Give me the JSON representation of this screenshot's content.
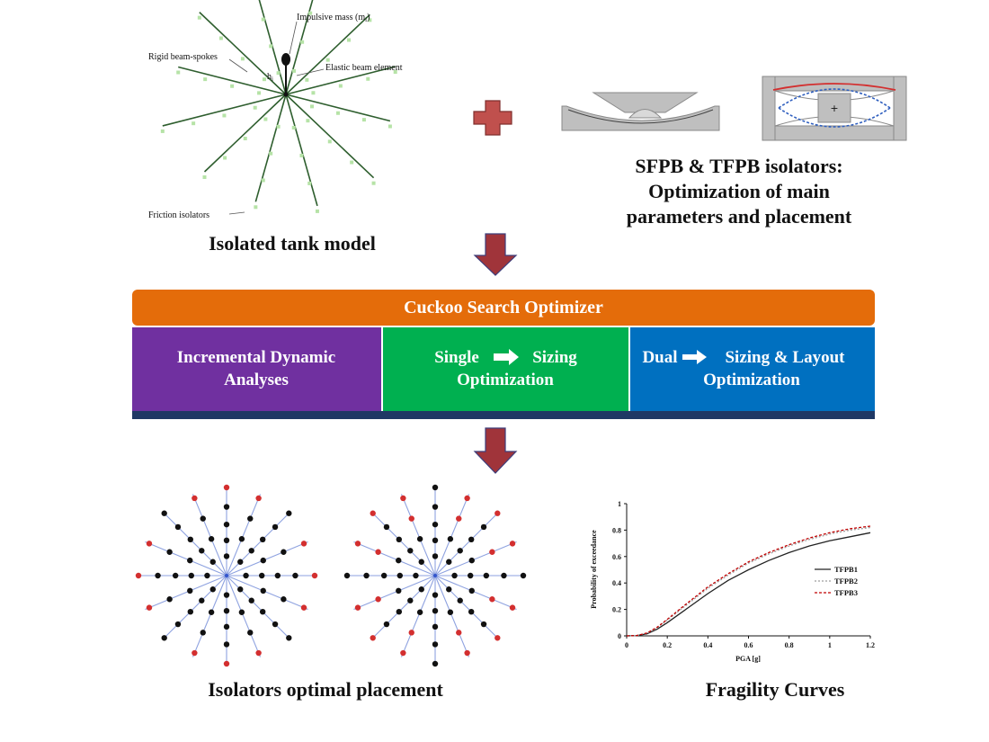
{
  "tank_model": {
    "labels": {
      "impulsive_mass": "Impulsive mass (m",
      "impulsive_mass_sub": "i",
      "impulsive_mass_close": ")",
      "rigid_spokes": "Rigid beam-spokes",
      "elastic_beam": "Elastic beam element",
      "height": "h",
      "height_sub": "i",
      "friction_isolators": "Friction isolators"
    },
    "caption": "Isolated tank model"
  },
  "isolators": {
    "caption_lines": [
      "SFPB & TFPB isolators:",
      "Optimization of main",
      "parameters and placement"
    ]
  },
  "optimizer": {
    "title": "Cuckoo Search Optimizer",
    "cells": [
      {
        "lines": [
          "Incremental Dynamic",
          "Analyses"
        ],
        "color": "#7030a0"
      },
      {
        "line1_left": "Single",
        "line1_right": "Sizing",
        "line2": "Optimization",
        "color": "#00b050"
      },
      {
        "line1_left": "Dual",
        "line1_right": "Sizing & Layout",
        "line2": "Optimization",
        "color": "#0070c0"
      }
    ],
    "title_color": "#e46c0a",
    "bar_color": "#1f3864"
  },
  "placement": {
    "caption": "Isolators optimal placement"
  },
  "fragility": {
    "caption": "Fragility Curves",
    "chart_data": {
      "type": "line",
      "xlabel": "PGA [g]",
      "ylabel": "Probability of exceedance",
      "xlim": [
        0,
        1.2
      ],
      "ylim": [
        0,
        1
      ],
      "xticks": [
        "0",
        "0.2",
        "0.4",
        "0.6",
        "0.8",
        "1",
        "1.2"
      ],
      "yticks": [
        "0",
        "0.2",
        "0.4",
        "0.6",
        "0.8",
        "1"
      ],
      "legend_position": "right-middle",
      "series": [
        {
          "name": "TFPB1",
          "color": "#222222",
          "dash": "",
          "x": [
            0,
            0.05,
            0.1,
            0.15,
            0.2,
            0.3,
            0.4,
            0.5,
            0.6,
            0.7,
            0.8,
            0.9,
            1.0,
            1.1,
            1.2
          ],
          "y": [
            0,
            0.002,
            0.015,
            0.05,
            0.1,
            0.21,
            0.32,
            0.42,
            0.5,
            0.57,
            0.63,
            0.68,
            0.72,
            0.75,
            0.78
          ]
        },
        {
          "name": "TFPB2",
          "color": "#9e9e9e",
          "dash": "2,2",
          "x": [
            0,
            0.05,
            0.1,
            0.15,
            0.2,
            0.3,
            0.4,
            0.5,
            0.6,
            0.7,
            0.8,
            0.9,
            1.0,
            1.1,
            1.2
          ],
          "y": [
            0,
            0.003,
            0.02,
            0.06,
            0.12,
            0.24,
            0.36,
            0.46,
            0.55,
            0.62,
            0.68,
            0.73,
            0.77,
            0.8,
            0.82
          ]
        },
        {
          "name": "TFPB3",
          "color": "#c00000",
          "dash": "3,2",
          "x": [
            0,
            0.05,
            0.1,
            0.15,
            0.2,
            0.3,
            0.4,
            0.5,
            0.6,
            0.7,
            0.8,
            0.9,
            1.0,
            1.1,
            1.2
          ],
          "y": [
            0,
            0.003,
            0.022,
            0.065,
            0.125,
            0.25,
            0.37,
            0.47,
            0.56,
            0.63,
            0.69,
            0.74,
            0.78,
            0.81,
            0.83
          ]
        }
      ]
    }
  },
  "colors": {
    "arrow": "#a0343a",
    "plus": "#c0504d",
    "spoke": "#2e5e2e",
    "isolator_node": "#b6e3a7",
    "placement_red": "#d32f2f",
    "placement_black": "#111111",
    "placement_line": "#8ea2e0"
  }
}
